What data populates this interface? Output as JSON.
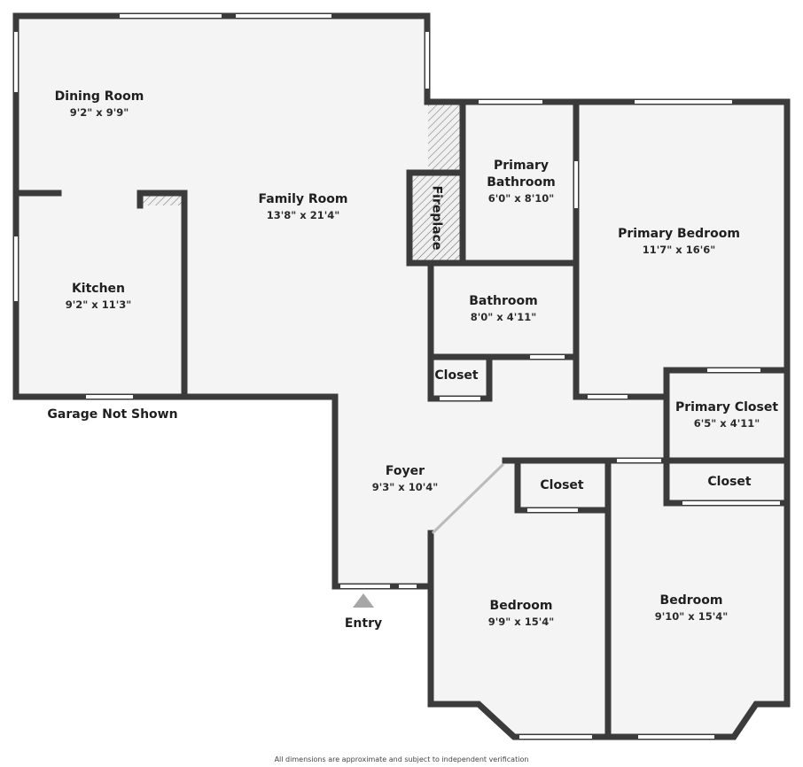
{
  "colors": {
    "wall": "#3b3b3b",
    "floor": "#f4f4f4",
    "window": "#ffffff",
    "entry_marker": "#a6a6a6"
  },
  "rooms": {
    "dining": {
      "name": "Dining Room",
      "dim": "9'2\" x 9'9\""
    },
    "family": {
      "name": "Family Room",
      "dim": "13'8\" x 21'4\""
    },
    "kitchen": {
      "name": "Kitchen",
      "dim": "9'2\" x 11'3\""
    },
    "primary_bath": {
      "name": "Primary Bathroom",
      "dim": "6'0\" x 8'10\""
    },
    "primary_bed": {
      "name": "Primary Bedroom",
      "dim": "11'7\" x 16'6\""
    },
    "bathroom": {
      "name": "Bathroom",
      "dim": "8'0\" x 4'11\""
    },
    "closet1": {
      "name": "Closet"
    },
    "primary_closet": {
      "name": "Primary Closet",
      "dim": "6'5\" x 4'11\""
    },
    "foyer": {
      "name": "Foyer",
      "dim": "9'3\" x 10'4\""
    },
    "closet2": {
      "name": "Closet"
    },
    "closet3": {
      "name": "Closet"
    },
    "bedroom1": {
      "name": "Bedroom",
      "dim": "9'9\" x 15'4\""
    },
    "bedroom2": {
      "name": "Bedroom",
      "dim": "9'10\" x 15'4\""
    }
  },
  "fireplace": "Fireplace",
  "garage_note": "Garage Not Shown",
  "entry": "Entry",
  "disclaimer": "All dimensions are approximate and subject to independent verification"
}
